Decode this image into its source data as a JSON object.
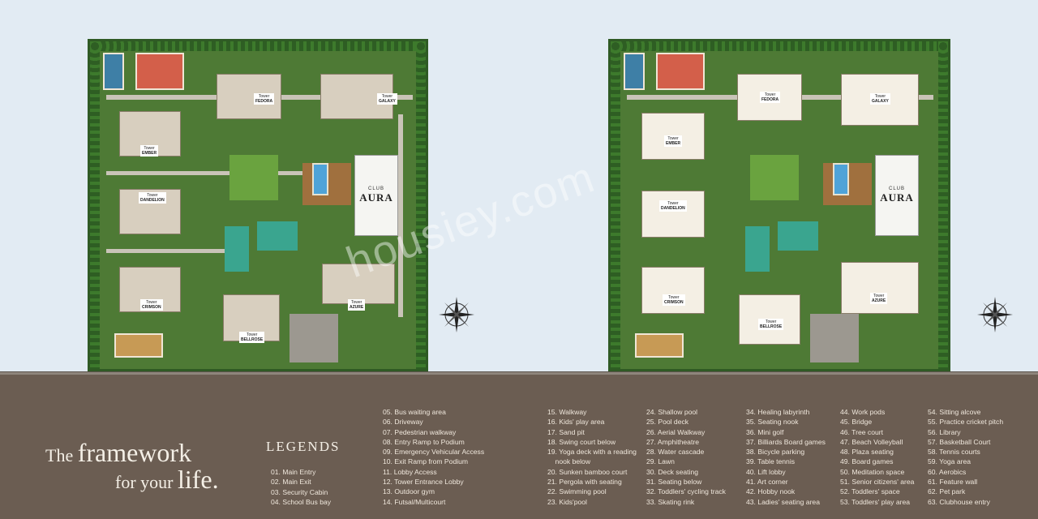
{
  "club_name": {
    "prefix": "CLUB",
    "name": "AURA"
  },
  "towers": {
    "fedora": "FEDORA",
    "galaxy": "GALAXY",
    "ember": "EMBER",
    "dandelion": "DANDELION",
    "crimson": "CRIMSON",
    "azure": "AZURE",
    "bellrose": "BELLROSE",
    "tower_word": "Tower"
  },
  "watermark": "housiey.com",
  "tagline": {
    "the": "The",
    "framework": "framework",
    "for_your": "for your",
    "life": "life."
  },
  "legend_title": "LEGENDS",
  "legend_columns": [
    [
      "01. Main Entry",
      "02. Main Exit",
      "03. Security Cabin",
      "04. School Bus bay"
    ],
    [
      "05. Bus waiting area",
      "06. Driveway",
      "07. Pedestrian walkway",
      "08. Entry Ramp to Podium",
      "09. Emergency Vehicular Access",
      "10. Exit Ramp from Podium",
      "11. Lobby Access",
      "12. Tower Entrance Lobby",
      "13. Outdoor gym",
      "14. Futsal/Multicourt"
    ],
    [
      "15. Walkway",
      "16. Kids' play area",
      "17. Sand pit",
      "18. Swing court below",
      "19. Yoga deck with a reading",
      "    nook below",
      "20. Sunken bamboo court",
      "21. Pergola with seating",
      "22. Swimming pool",
      "23. Kids'pool"
    ],
    [
      "24. Shallow pool",
      "25. Pool deck",
      "26. Aerial Walkway",
      "27. Amphitheatre",
      "28. Water cascade",
      "29. Lawn",
      "30. Deck seating",
      "31. Seating below",
      "32. Toddlers' cycling track",
      "33. Skating rink"
    ],
    [
      "34. Healing labyrinth",
      "35. Seating nook",
      "36. Mini golf",
      "37. Billiards Board games",
      "38. Bicycle parking",
      "39. Table tennis",
      "40. Lift lobby",
      "41. Art corner",
      "42. Hobby nook",
      "43. Ladies' seating area"
    ],
    [
      "44. Work pods",
      "45. Bridge",
      "46. Tree court",
      "47. Beach Volleyball",
      "48. Plaza seating",
      "49. Board games",
      "50. Meditation space",
      "51. Senior citizens' area",
      "52. Toddlers' space",
      "53. Toddlers' play area"
    ],
    [
      "54. Sitting alcove",
      "55. Practice cricket pitch",
      "56. Library",
      "57. Basketball Court",
      "58. Tennis courts",
      "59. Yoga area",
      "60. Aerobics",
      "61. Feature wall",
      "62. Pet park",
      "63. Clubhouse entry"
    ]
  ]
}
